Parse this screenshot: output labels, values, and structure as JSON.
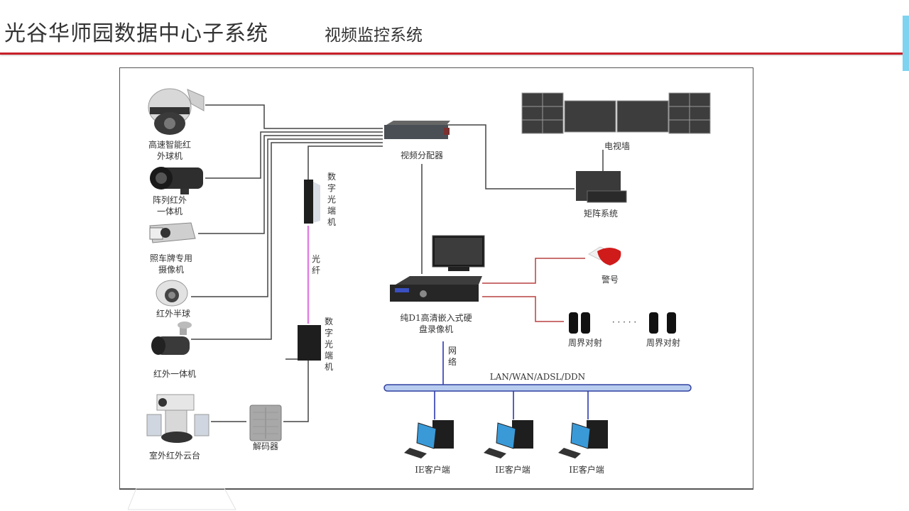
{
  "header": {
    "title": "光谷华师园数据中心子系统",
    "subtitle": "视频监控系统"
  },
  "colors": {
    "accent_line": "#c8202a",
    "side_tab": "#7dd3f0",
    "fiber": "#e080e0",
    "alarm_wire": "#b84040",
    "network_wire": "#5560c0",
    "bus_fill": "#b8ccf0"
  },
  "diagram": {
    "cameras": [
      {
        "label_l1": "高速智能红",
        "label_l2": "外球机",
        "icon": "speed-dome-camera-icon"
      },
      {
        "label_l1": "阵列红外",
        "label_l2": "一体机",
        "icon": "array-ir-camera-icon"
      },
      {
        "label_l1": "照车牌专用",
        "label_l2": "摄像机",
        "icon": "license-plate-camera-icon"
      },
      {
        "label_l1": "红外半球",
        "label_l2": "",
        "icon": "ir-dome-camera-icon"
      },
      {
        "label_l1": "红外一体机",
        "label_l2": "",
        "icon": "ir-bullet-camera-icon"
      }
    ],
    "ptz": {
      "label": "室外红外云台"
    },
    "decoder": {
      "label": "解码器"
    },
    "optical_top": {
      "label": [
        "数",
        "字",
        "光",
        "端",
        "机"
      ]
    },
    "optical_bottom": {
      "label": [
        "数",
        "字",
        "光",
        "端",
        "机"
      ]
    },
    "fiber": {
      "label": [
        "光",
        "纤"
      ]
    },
    "splitter": {
      "label": "视频分配器"
    },
    "tv_wall": {
      "label": "电视墙"
    },
    "matrix": {
      "label": "矩阵系统"
    },
    "dvr": {
      "label_l1": "纯D1高清嵌入式硬",
      "label_l2": "盘录像机"
    },
    "network_link": {
      "label": [
        "网",
        "络"
      ]
    },
    "alarm": {
      "label": "警号"
    },
    "perimeter": [
      {
        "label": "周界对射"
      },
      {
        "label": "周界对射"
      }
    ],
    "perimeter_dots": "· · · · ·",
    "bus": {
      "label": "LAN/WAN/ADSL/DDN"
    },
    "clients": [
      {
        "label": "IE客户端"
      },
      {
        "label": "IE客户端"
      },
      {
        "label": "IE客户端"
      }
    ]
  }
}
